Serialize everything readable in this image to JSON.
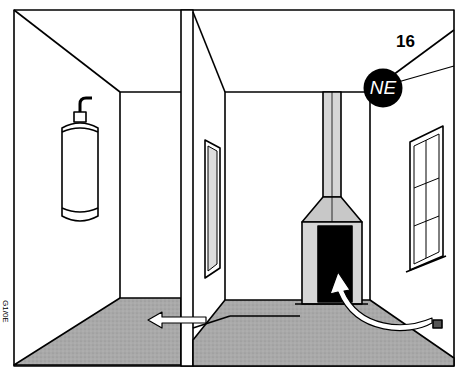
{
  "diagram": {
    "nodes": [
      {
        "text": [
          "NE"
        ]
      }
    ],
    "labels": [
      "16",
      "G1/0E"
    ]
  }
}
